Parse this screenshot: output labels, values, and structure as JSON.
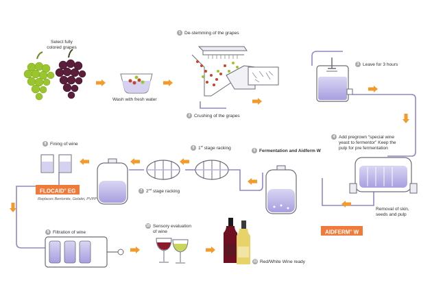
{
  "colors": {
    "flow_line": "#8f86c9",
    "arrow": "#f39a2a",
    "badge": "#f07a3a",
    "step_number": "#a9a9a9",
    "liquid": "#b6b0e6",
    "red_grape": "#5a1e3a",
    "white_grape": "#9bc52f"
  },
  "steps": {
    "select": {
      "line1": "Select fully",
      "line2": "colored grapes"
    },
    "wash": {
      "label": "Wash with fresh water"
    },
    "destem": {
      "num": "1",
      "label": "De-stemming of  the grapes"
    },
    "crush": {
      "num": "2",
      "label": "Crushing of  the grapes"
    },
    "leave": {
      "num": "3",
      "label": "Leave for 3 hours"
    },
    "pregrow": {
      "num": "4",
      "line1": "Add pregrown “special wine",
      "line2": "yeast to fermentor” Keep the",
      "line3": "pulp for pre fermentation"
    },
    "removal": {
      "line1": "Removal of skin,",
      "line2": "seeds and pulp"
    },
    "ferment": {
      "num": "5",
      "label": "Fermentation and Aidferm W"
    },
    "racking1": {
      "num": "6",
      "label_pre": "1",
      "label_sup": "st",
      "label_post": " stage racking"
    },
    "racking2": {
      "num": "7",
      "label_pre": "2",
      "label_sup": "nd",
      "label_post": " stage racking"
    },
    "fining": {
      "num": "8",
      "label": "Fining of wine"
    },
    "filtration": {
      "num": "9",
      "label": "Filtration of wine"
    },
    "sensory": {
      "num": "10",
      "line1": "Sensory evaluation",
      "line2": "of wine"
    },
    "ready": {
      "num": "11",
      "label": "Red/White Wine ready"
    }
  },
  "badges": {
    "flocaid": {
      "name": "FLOCAID",
      "mark": "®",
      "suffix": " EG",
      "note": "Replaces Bentonite, Gelatin, PVPP"
    },
    "aidferm": {
      "name": "AIDFERM",
      "mark": "®",
      "suffix": " W"
    }
  },
  "icons": [
    "grapes-icon",
    "wash-bowl-icon",
    "destemmer-icon",
    "fermentation-tank-icon",
    "barrel-icon",
    "filter-icon",
    "wine-glass-icon",
    "wine-bottle-icon",
    "arrow-icon"
  ]
}
